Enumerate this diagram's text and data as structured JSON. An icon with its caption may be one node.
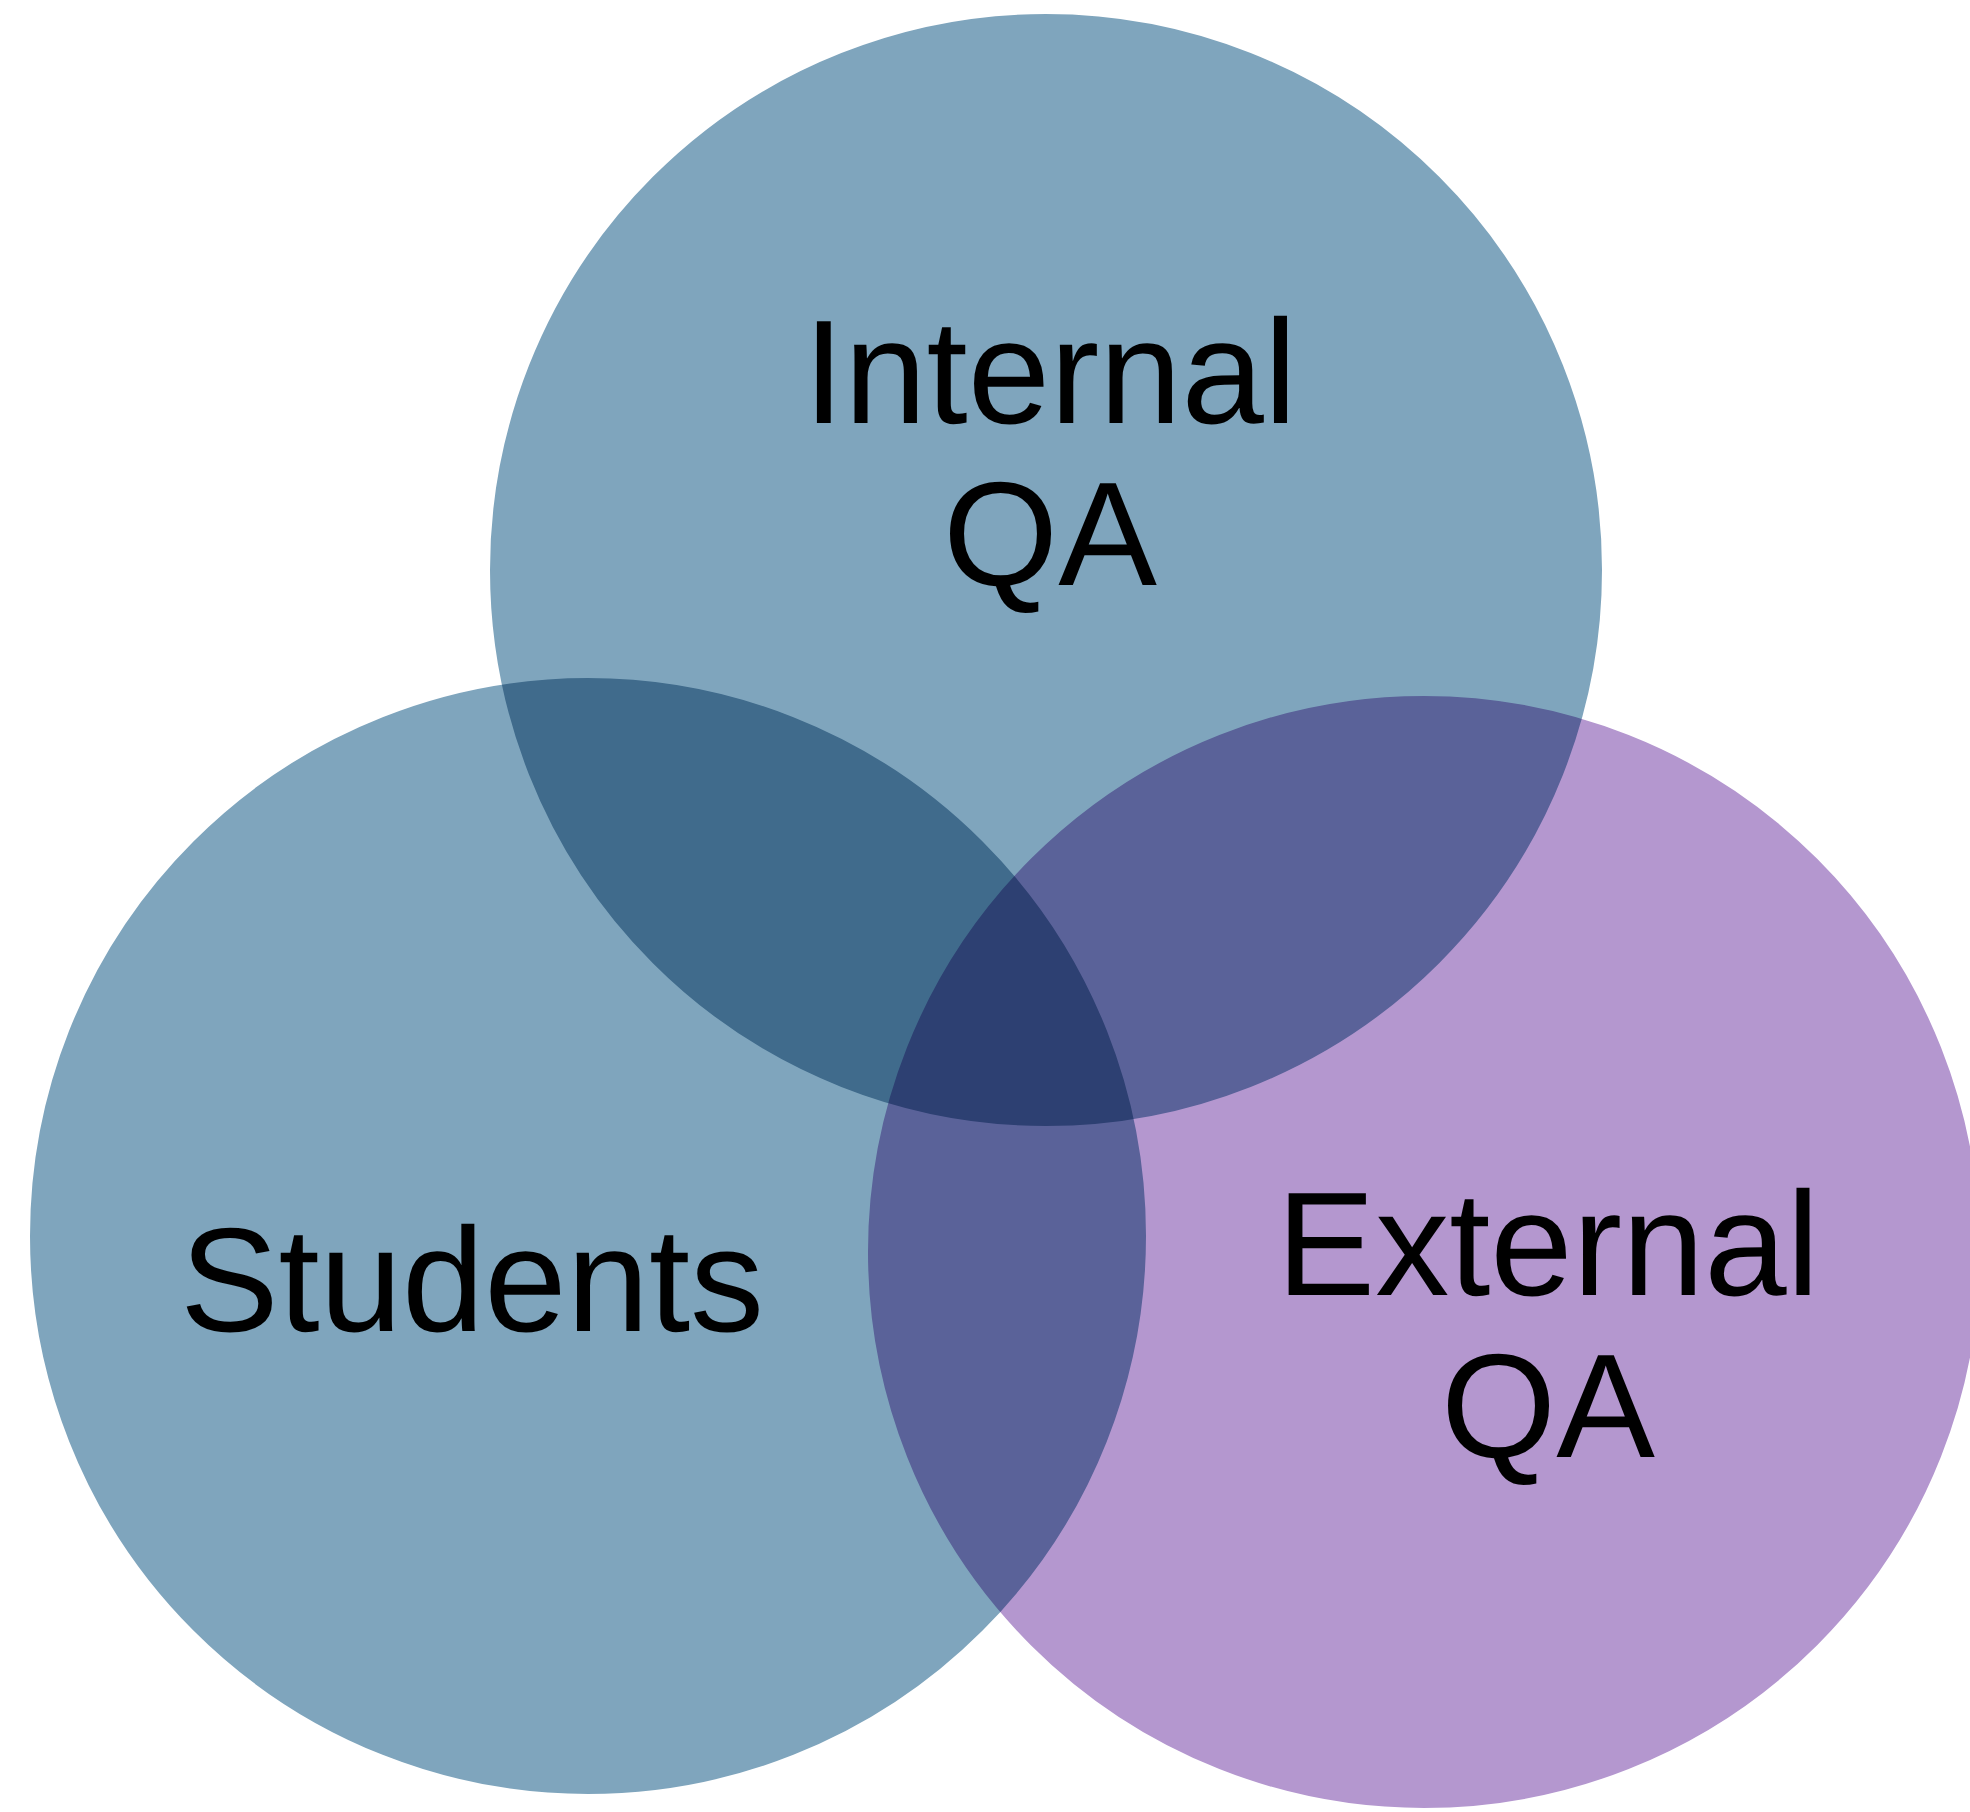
{
  "diagram": {
    "nodes": [
      {
        "text": [
          "Internal QA"
        ]
      },
      {
        "text": [
          "Students"
        ]
      },
      {
        "text": [
          "External QA"
        ]
      }
    ]
  }
}
